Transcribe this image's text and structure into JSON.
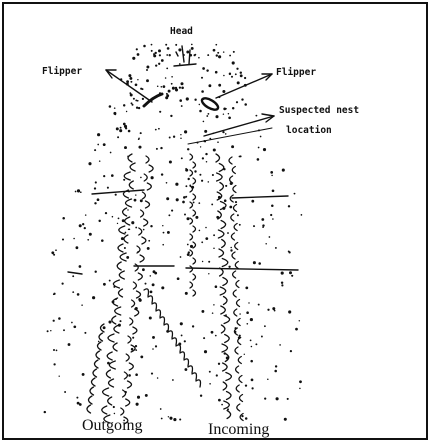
{
  "labels": {
    "head": "Head",
    "flipper_left": "Flipper",
    "flipper_right": "Flipper",
    "nest_line1": "Suspected nest",
    "nest_line2": "location",
    "outgoing": "Outgoing",
    "incoming": "Incoming"
  },
  "colors": {
    "ink": "#111111",
    "background": "#ffffff"
  }
}
